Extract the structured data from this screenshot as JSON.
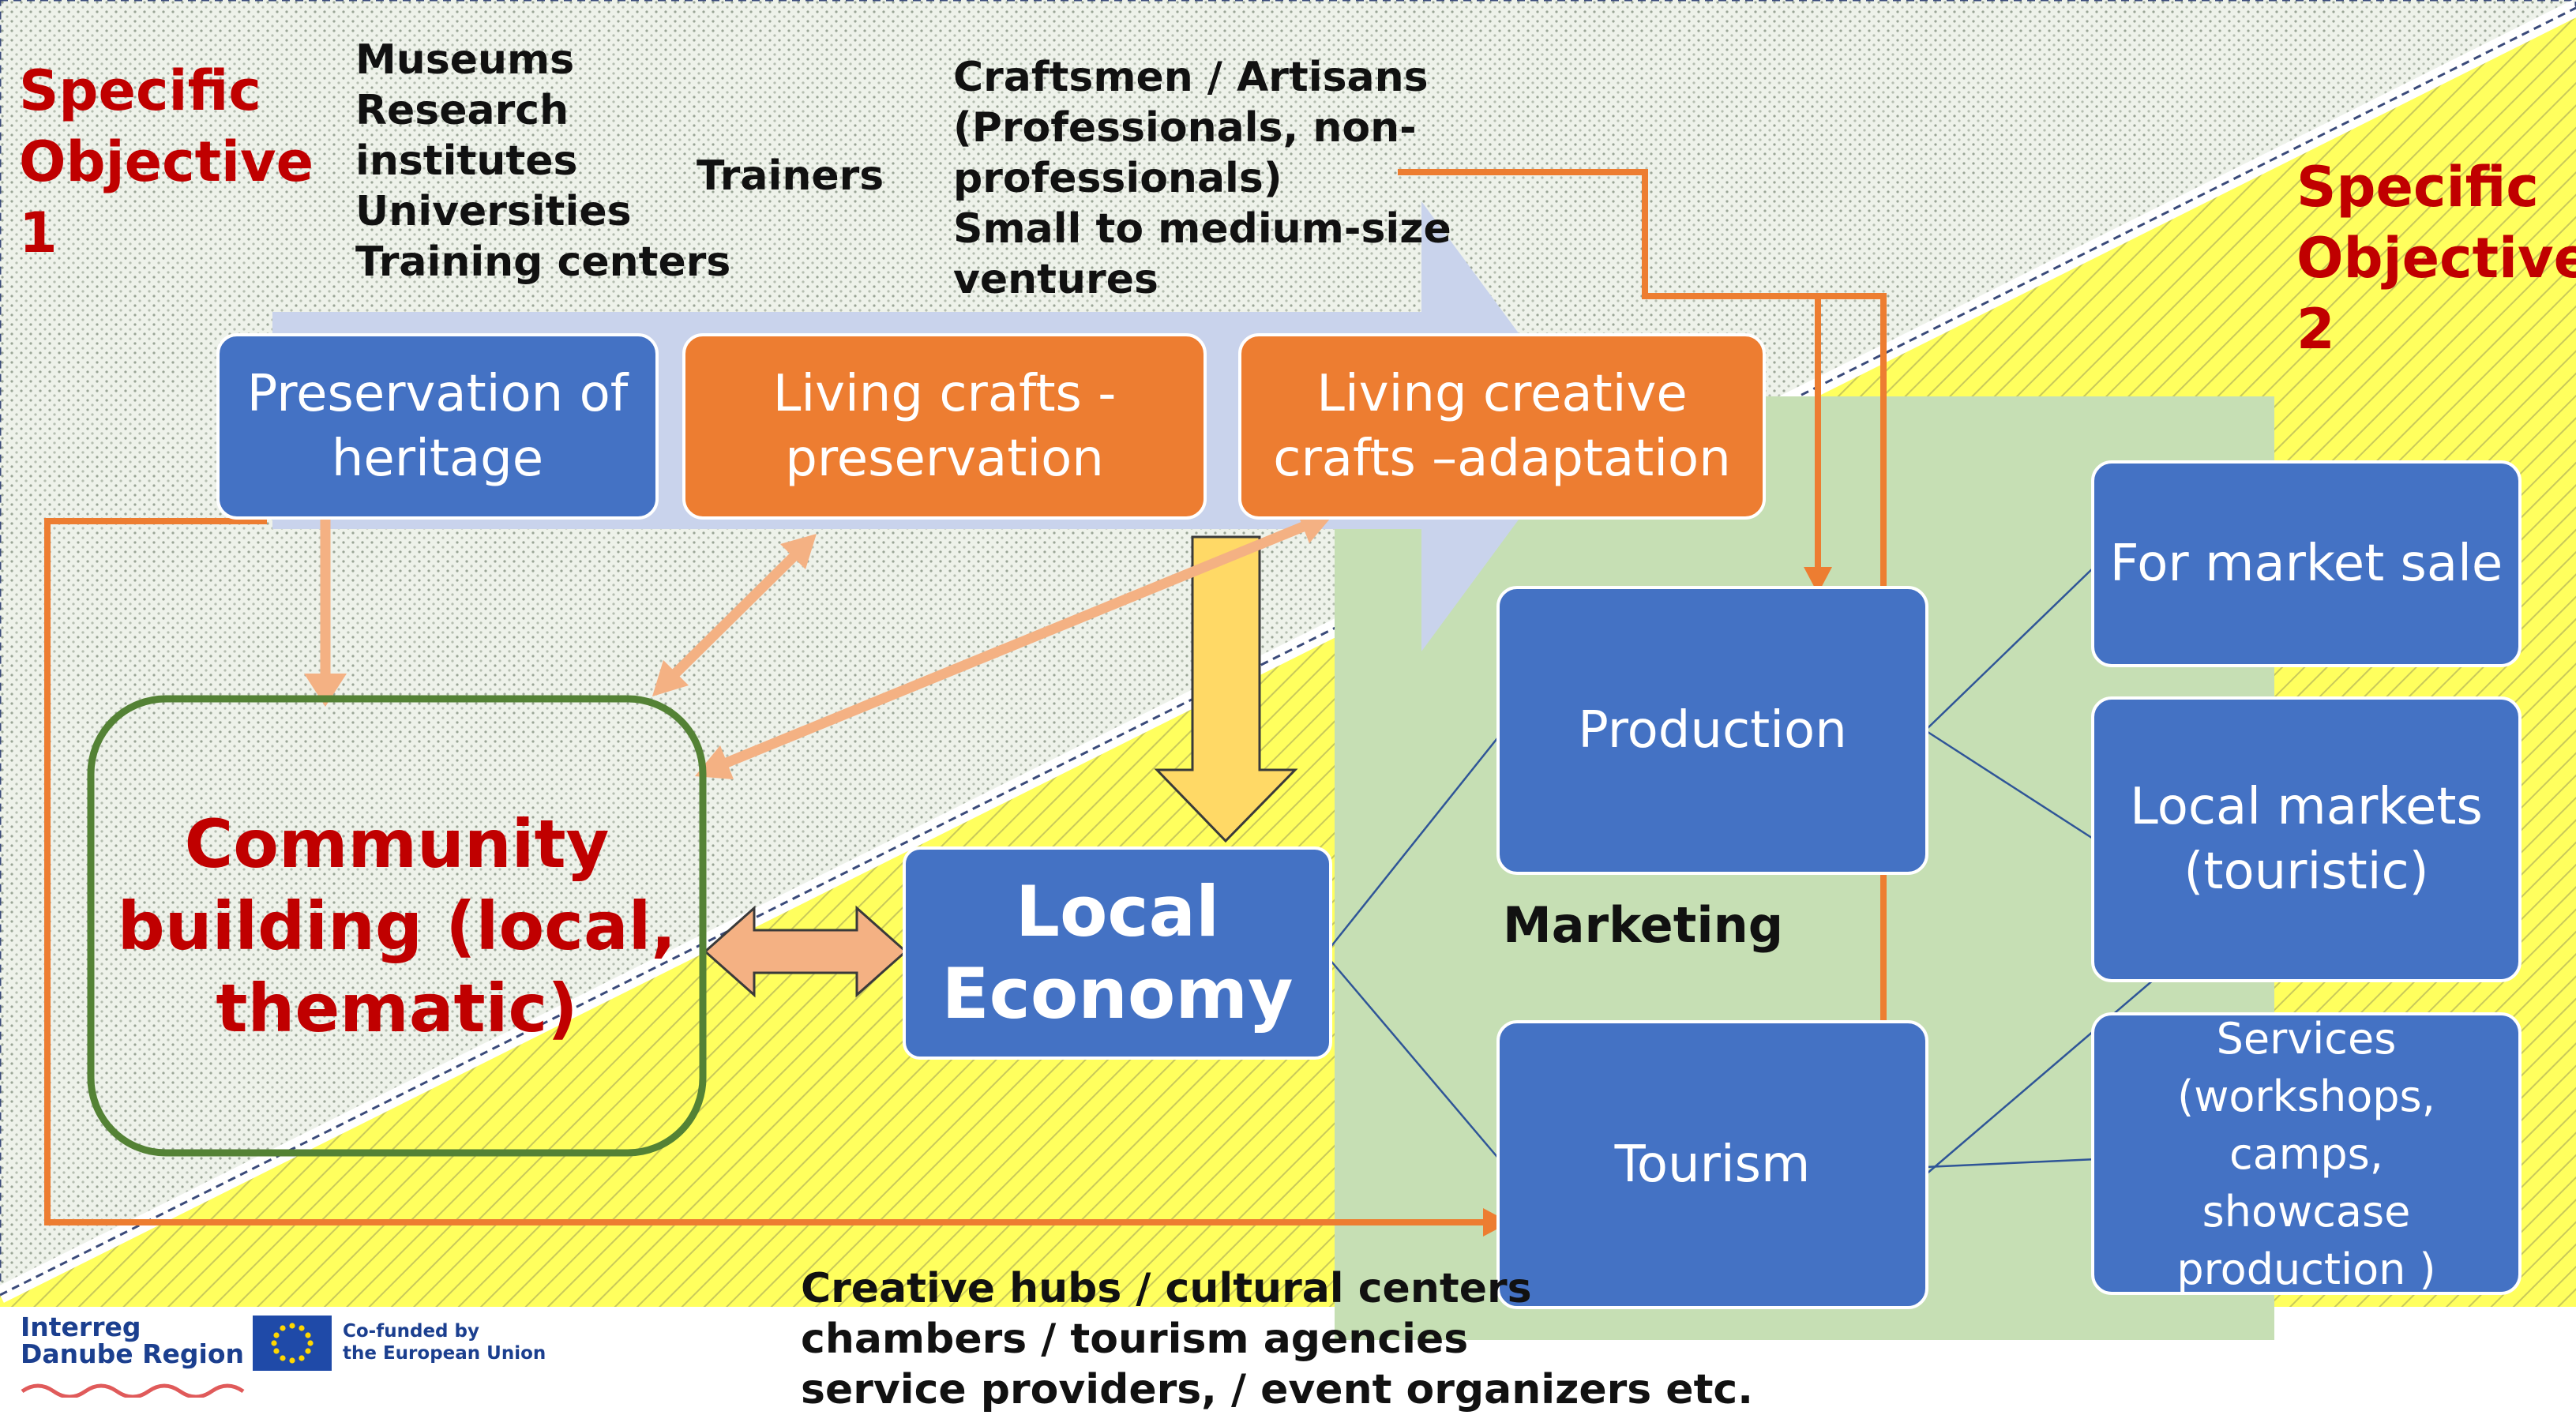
{
  "objectives": {
    "so1": [
      "Specific",
      "Objective",
      "1"
    ],
    "so2": [
      "Specific",
      "Objective",
      "2"
    ]
  },
  "actors": {
    "institutions": [
      "Museums",
      "Research",
      "institutes",
      "Universities",
      "Training centers"
    ],
    "trainers": "Trainers",
    "craftsmen": [
      "Craftsmen / Artisans",
      "(Professionals, non-",
      "professionals)",
      "Small to medium-size",
      "ventures"
    ],
    "support": [
      "Creative hubs / cultural centers",
      "chambers / tourism agencies",
      "service providers, / event organizers etc."
    ]
  },
  "boxes": {
    "preservation": [
      "Preservation of",
      "heritage"
    ],
    "living_crafts": [
      "Living crafts -",
      "preservation"
    ],
    "creative_crafts": [
      "Living creative",
      "crafts –adaptation"
    ],
    "community": [
      "Community",
      "building (local,",
      "thematic)"
    ],
    "local_economy": [
      "Local",
      "Economy"
    ],
    "production": "Production",
    "tourism": "Tourism",
    "marketing": "Marketing",
    "market_sale": "For market sale",
    "local_markets": [
      "Local markets",
      "(touristic)"
    ],
    "services": [
      "Services",
      "(workshops, camps,",
      "showcase",
      "production )"
    ]
  },
  "footer": {
    "interreg": [
      "Interreg",
      "Danube Region"
    ],
    "eu": [
      "Co-funded by",
      "the European Union"
    ]
  },
  "colors": {
    "blue_box": "#4472c4",
    "orange_box": "#ed7d31",
    "title_red": "#c00000",
    "community_border": "#548235",
    "arrow_orange": "#ed7d31",
    "arrow_peach": "#f4b183",
    "band_arrow": "#c9d3ec",
    "green_zone": "#c6dfb4",
    "down_arrow": "#ffd966",
    "yellow_zone": "#ffff66"
  }
}
